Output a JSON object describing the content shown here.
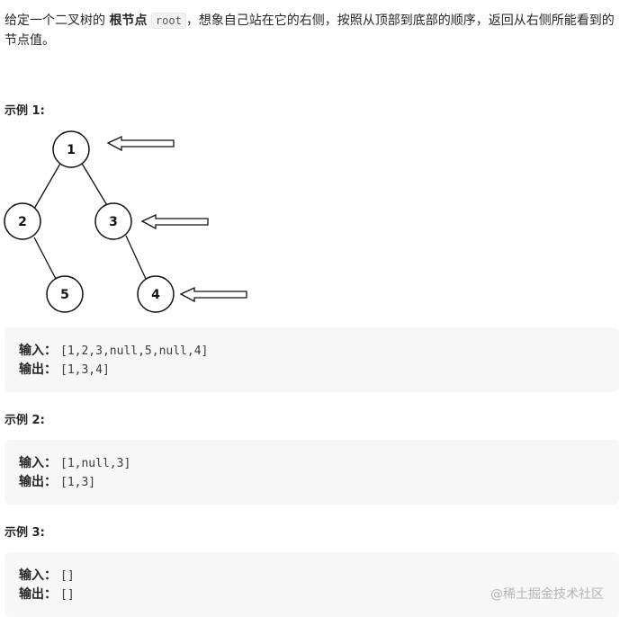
{
  "description": {
    "before_bold": "给定一个二叉树的 ",
    "bold": "根节点",
    "code": "root",
    "after_code": "，想象自己站在它的右侧，按照从顶部到底部的顺序，返回从右侧所能看到的节点值。"
  },
  "examples": [
    {
      "title": "示例 1:",
      "input_label": "输入：",
      "input_value": "[1,2,3,null,5,null,4]",
      "output_label": "输出：",
      "output_value": "[1,3,4]"
    },
    {
      "title": "示例 2:",
      "input_label": "输入：",
      "input_value": "[1,null,3]",
      "output_label": "输出：",
      "output_value": "[1,3]"
    },
    {
      "title": "示例 3:",
      "input_label": "输入：",
      "input_value": "[]",
      "output_label": "输出：",
      "output_value": "[]"
    }
  ],
  "tree": {
    "nodes": [
      {
        "label": "1"
      },
      {
        "label": "2"
      },
      {
        "label": "3"
      },
      {
        "label": "5"
      },
      {
        "label": "4"
      }
    ]
  },
  "watermark": "@稀土掘金技术社区"
}
